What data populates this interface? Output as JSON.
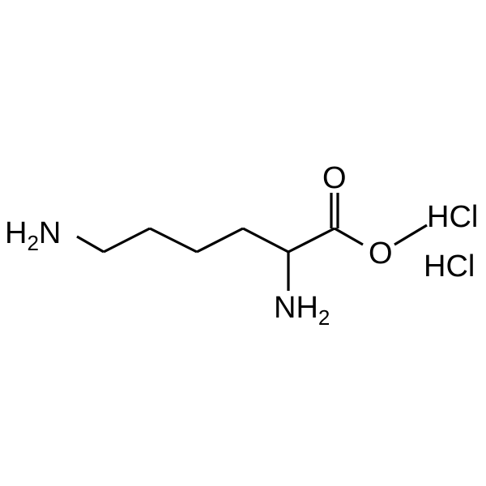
{
  "structure": {
    "atoms": {
      "amine_terminal": {
        "main": "H",
        "sub": "2",
        "tail": "N"
      },
      "amine_alpha": {
        "main": "NH",
        "sub": "2"
      },
      "carbonyl_oxygen": {
        "main": "O"
      },
      "ester_oxygen": {
        "main": "O"
      }
    },
    "salts": [
      {
        "label": "HCl"
      },
      {
        "label": "HCl"
      }
    ]
  }
}
